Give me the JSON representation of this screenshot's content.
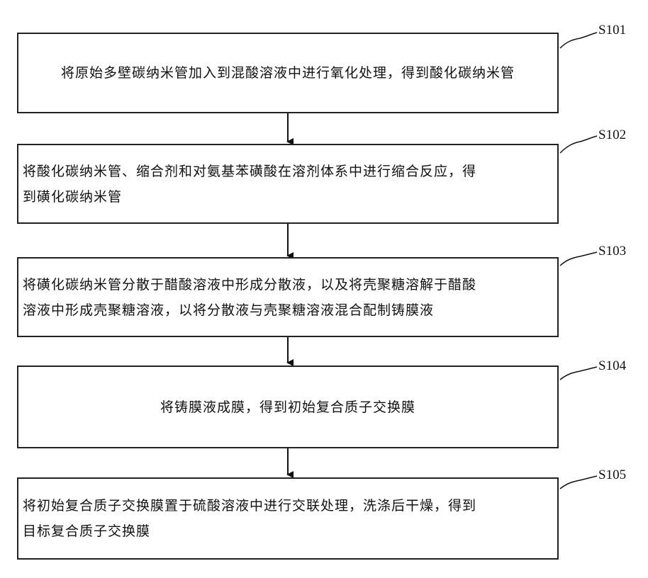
{
  "steps": [
    {
      "id": "S101",
      "text": "将原始多壁碳纳米管加入到混酸溶液中进行氧化处理，得到酸化碳纳米管"
    },
    {
      "id": "S102",
      "text": "将酸化碳纳米管、缩合剂和对氨基苯磺酸在溶剂体系中进行缩合反应，得\n到磺化碳纳米管"
    },
    {
      "id": "S103",
      "text": "将磺化碳纳米管分散于醋酸溶液中形成分散液，以及将壳聚糖溶解于醋酸\n溶液中形成壳聚糖溶液，以将分散液与壳聚糖溶液混合配制铸膜液"
    },
    {
      "id": "S104",
      "text": "将铸膜液成膜，得到初始复合质子交换膜"
    },
    {
      "id": "S105",
      "text": "将初始复合质子交换膜置于硫酸溶液中进行交联处理，洗涤后干燥，得到\n目标复合质子交换膜"
    }
  ]
}
